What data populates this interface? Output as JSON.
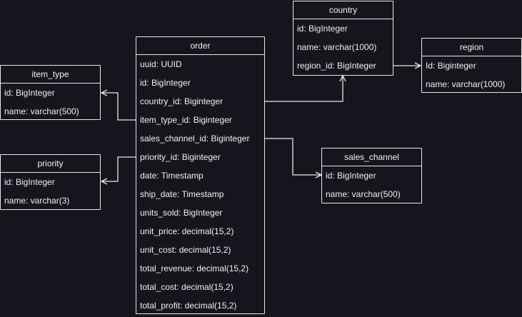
{
  "entities": {
    "order": {
      "title": "order",
      "fields": [
        "uuid: UUID",
        "id: BigInteger",
        "country_id: Biginteger",
        "item_type_id: Biginteger",
        "sales_channel_id: Biginteger",
        "priority_id: Biginteger",
        "date: Timestamp",
        "ship_date: Timestamp",
        "units_sold: BigInteger",
        "unit_price:  decimal(15,2)",
        "unit_cost: decimal(15,2)",
        "total_revenue: decimal(15,2)",
        "total_cost: decimal(15,2)",
        "total_profit: decimal(15,2)"
      ]
    },
    "country": {
      "title": "country",
      "fields": [
        "id: BigInteger",
        "name: varchar(1000)",
        "region_id: BigInteger"
      ]
    },
    "region": {
      "title": "region",
      "fields": [
        "Id: Biginteger",
        "name: varchar(1000)"
      ]
    },
    "item_type": {
      "title": "item_type",
      "fields": [
        "id: BigInteger",
        "name: varchar(500)"
      ]
    },
    "priority": {
      "title": "priority",
      "fields": [
        "id: BigInteger",
        "name: varchar(3)"
      ]
    },
    "sales_channel": {
      "title": "sales_channel",
      "fields": [
        "id: BigInteger",
        "name: varchar(500)"
      ]
    }
  }
}
